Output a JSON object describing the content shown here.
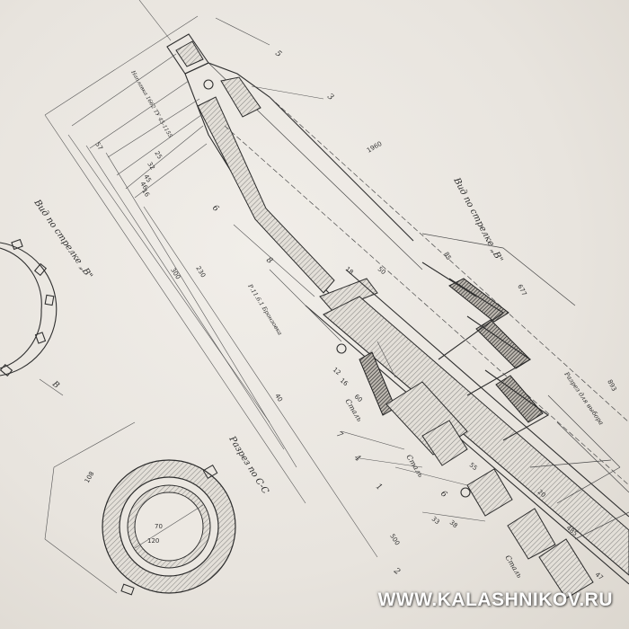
{
  "drawing": {
    "labels": {
      "view_b_right": "Вид по стрелке „В\"",
      "view_b_left": "Вид по стрелке „В\"",
      "section_cc": "Разрез по С-С",
      "arrow_b": "В",
      "slot_note": "Разрез для выбора",
      "stal_1": "Сталь",
      "stal_2": "Сталь",
      "stal_3": "Сталь",
      "callout_material": "Р.11.6.1 Бронзовка",
      "spec_note": "Наплавка 1662 ТУ 45-1155"
    },
    "callouts": [
      "5",
      "3",
      "6",
      "8",
      "7",
      "1",
      "2",
      "4",
      "6"
    ],
    "dimensions": {
      "d300": "300",
      "d230": "230",
      "d57": "57",
      "d25": "25",
      "d32": "32",
      "d45": "45",
      "d46": "46",
      "d16": "16",
      "d40": "40",
      "d18": "18",
      "d33": "33",
      "d38": "38",
      "d12": "12",
      "d16b": "16",
      "d60": "60",
      "d677": "677",
      "d85": "85",
      "d893": "893",
      "d20": "20",
      "d485": "485",
      "d1960": "1960",
      "d108": "108",
      "d70": "70",
      "d120": "120",
      "d50": "50",
      "d500": "500",
      "d55": "55",
      "d47": "47"
    }
  },
  "watermark": "WWW.KALASHNIKOV.RU"
}
